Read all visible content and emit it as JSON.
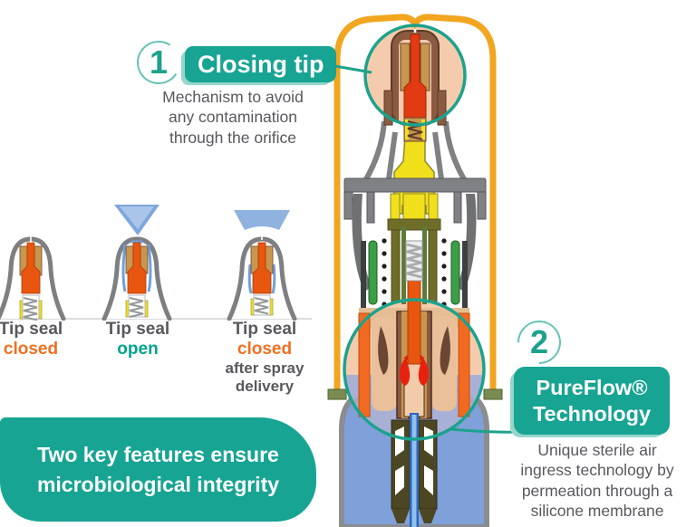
{
  "colors": {
    "teal": "#17A493",
    "teal_ring": "#66C2B5",
    "orange_text": "#F26F21",
    "gray_text": "#58595B",
    "cap_orange": "#F2A51F",
    "liquid_blue": "#7FA0D8",
    "highlight_peach": "#F5CBAD"
  },
  "step1": {
    "number": "1",
    "badge": "Closing tip",
    "desc_lines": [
      "Mechanism to avoid",
      "any contamination",
      "through the orifice"
    ]
  },
  "step2": {
    "number": "2",
    "badge_lines": [
      "PureFlow®",
      "Technology"
    ],
    "desc_lines": [
      "Unique sterile air",
      "ingress technology by",
      "permeation through a",
      "silicone membrane"
    ]
  },
  "tip_states": [
    {
      "title": "Tip seal",
      "state": "closed"
    },
    {
      "title": "Tip seal",
      "state": "open"
    },
    {
      "title": "Tip seal",
      "state": "closed",
      "note_lines": [
        "after spray",
        "delivery"
      ]
    }
  ],
  "footer_lines": [
    "Two key features ensure",
    "microbiological integrity"
  ]
}
